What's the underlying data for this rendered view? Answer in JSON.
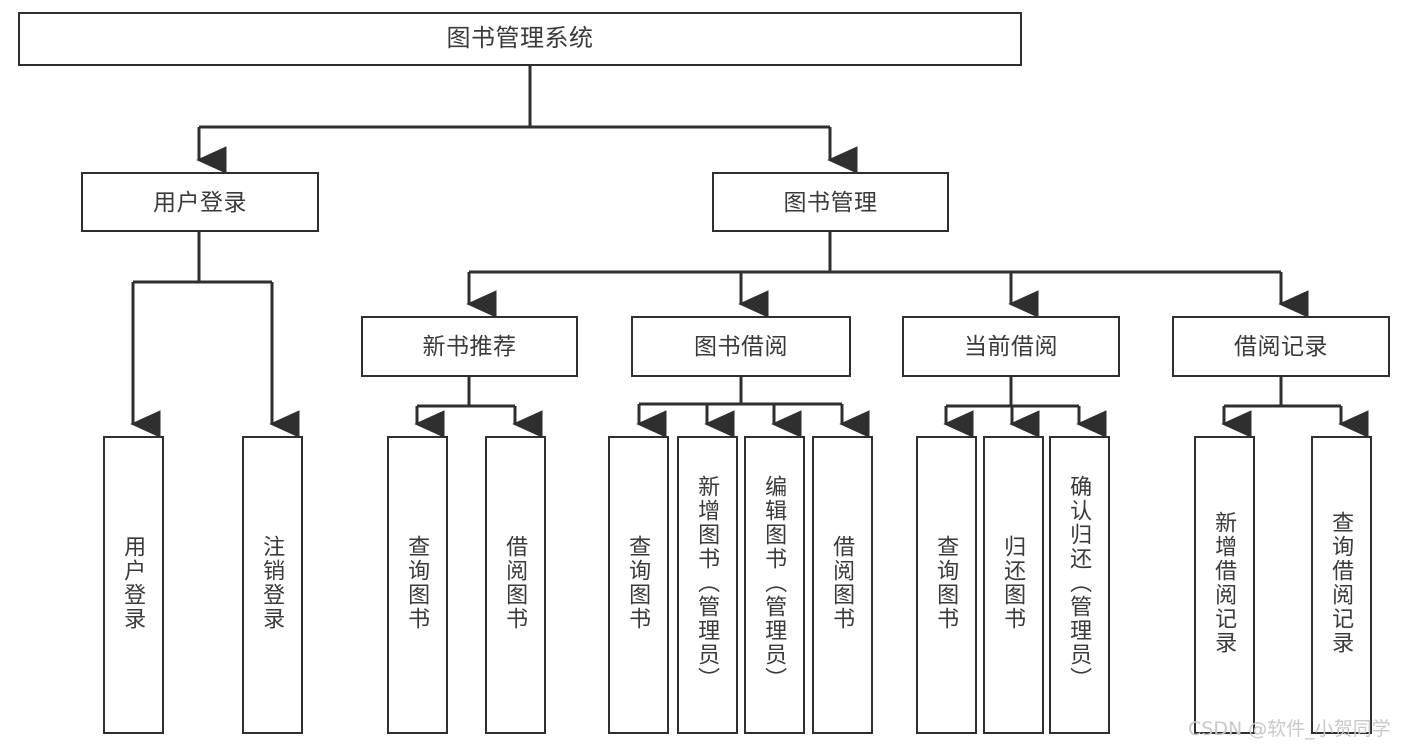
{
  "diagram": {
    "title": "图书管理系统",
    "type": "tree",
    "colors": {
      "stroke": "#2f2f2f",
      "fill": "#ffffff",
      "text": "#3a3a3a",
      "watermark": "#c9c9c9"
    },
    "root": {
      "label": "图书管理系统"
    },
    "level1": [
      {
        "label": "用户登录"
      },
      {
        "label": "图书管理"
      }
    ],
    "level2": [
      {
        "label": "新书推荐"
      },
      {
        "label": "图书借阅"
      },
      {
        "label": "当前借阅"
      },
      {
        "label": "借阅记录"
      }
    ],
    "leaves": {
      "user_login": [
        {
          "label": "用户登录"
        },
        {
          "label": "注销登录"
        }
      ],
      "new_book_recommend": [
        {
          "label": "查询图书"
        },
        {
          "label": "借阅图书"
        }
      ],
      "book_borrow": [
        {
          "label": "查询图书"
        },
        {
          "label": "新增图书（管理员）"
        },
        {
          "label": "编辑图书（管理员）"
        },
        {
          "label": "借阅图书"
        }
      ],
      "current_borrow": [
        {
          "label": "查询图书"
        },
        {
          "label": "归还图书"
        },
        {
          "label": "确认归还（管理员）"
        }
      ],
      "borrow_record": [
        {
          "label": "新增借阅记录"
        },
        {
          "label": "查询借阅记录"
        }
      ]
    }
  },
  "watermark": {
    "text": "CSDN @软件_小贺同学"
  }
}
